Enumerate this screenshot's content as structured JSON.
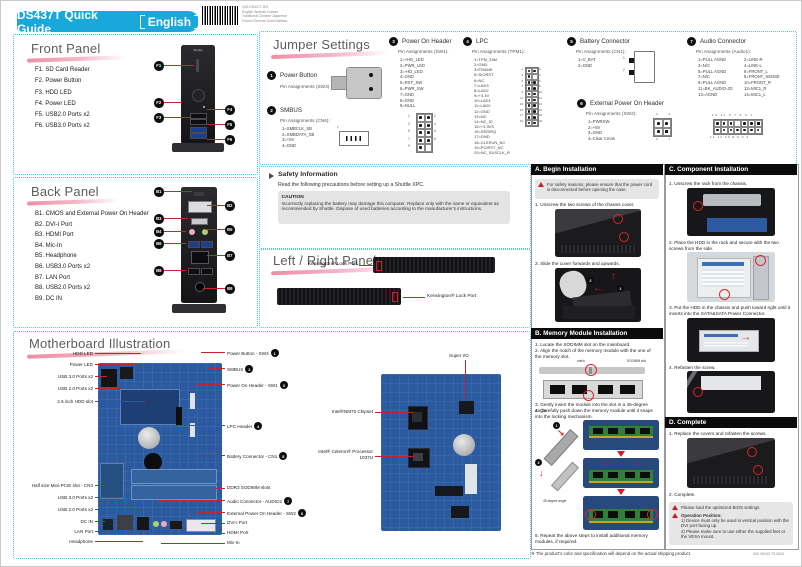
{
  "banner": {
    "title": "DS437T Quick Guide",
    "lang": "English"
  },
  "meta": {
    "barcode_lines": [
      "QIG-DS437T-001",
      "English Spanish Korean",
      "Traditional Chinese Japanese",
      "French German Dutch Italiano"
    ],
    "doc_code": "530.05443.T0.2503",
    "footer_note": "※ The product's color and specification will depend on the actual shipping product."
  },
  "device": {
    "brand": "Shuttle"
  },
  "front_panel": {
    "title": "Front Panel",
    "items": [
      "F1. SD Card Reader",
      "F2. Power Button",
      "F3. HDD LED",
      "F4. Power LED",
      "F5. USB2.0 Ports x2",
      "F6. USB3.0 Ports x2"
    ],
    "callouts": [
      "F1",
      "F2",
      "F3",
      "F4",
      "F5",
      "F6"
    ]
  },
  "back_panel": {
    "title": "Back Panel",
    "items": [
      "B1. CMOS and External Power On Header",
      "B2. DVI-I Port",
      "B3. HDMI Port",
      "B4. Mic-In",
      "B5. Headphone",
      "B6. USB3.0 Ports x2",
      "B7. LAN Port",
      "B8. USB2.0 Ports x2",
      "B9. DC IN"
    ],
    "callouts": [
      "B1",
      "B2",
      "B3",
      "B4",
      "B5",
      "B6",
      "B7",
      "B8",
      "B9"
    ]
  },
  "jumper": {
    "title": "Jumper Settings",
    "sections": [
      {
        "badge": "1",
        "name": "Power Button",
        "pin_title": "Pin Assignments (SW3)"
      },
      {
        "badge": "2",
        "name": "SMBUS",
        "pin_title": "Pin Assignments (CN6):",
        "pins": [
          "1=SMBCLK_SB",
          "2=SMBDATA_SB",
          "3=+5V",
          "4=GND"
        ],
        "diagram_label": "1"
      },
      {
        "badge": "3",
        "name": "Power On Header",
        "pin_title": "Pin Assignments (SW1):",
        "pins": [
          "1=+HD_LED",
          "2=PWR_LED",
          "3=-HD_LED",
          "4=GND",
          "5=RST_SW",
          "6=PWR_SW",
          "7=GND",
          "8=GND",
          "9=NULL"
        ],
        "grid_left": [
          "1",
          "3",
          "5",
          "7",
          "9"
        ],
        "grid_right": [
          "2",
          "4",
          "6",
          "8"
        ]
      },
      {
        "badge": "4",
        "name": "LPC",
        "pin_title": "Pin Assignments (TPM1):",
        "pins": [
          "1=TPM_33M",
          "2=GND",
          "3=FRAME",
          "5=SIORST",
          "6=NC",
          "7=LAD3",
          "8=LAD2",
          "9=+3.3V",
          "10=LAD1",
          "11=LAD0",
          "12=GND",
          "13=NC",
          "14=NC_ID",
          "15=+3.3VS",
          "16=SERIRQ",
          "17=GND",
          "18=CLKRUN_NC",
          "19=PCIRST_NC",
          "20=NC_SUSCLK_R"
        ],
        "grid_left": [
          "1",
          "3",
          "5",
          "7",
          "9",
          "11",
          "13",
          "15",
          "17",
          "19"
        ],
        "grid_right": [
          "2",
          "4",
          "6",
          "8",
          "10",
          "12",
          "14",
          "16",
          "18",
          "20"
        ]
      },
      {
        "badge": "5",
        "name": "Battery Connector",
        "pin_title": "Pin Assignments (CN1):",
        "pins": [
          "1=V_BAT",
          "2=GND"
        ],
        "diagram_labels": [
          "1",
          "2"
        ]
      },
      {
        "badge": "6",
        "name": "External Power On Header",
        "pin_title": "Pin Assignments (SW2):",
        "pins": [
          "1=PWRSW-",
          "2=+5V",
          "3=GND",
          "4=Clear Cmos"
        ],
        "grid_top": "4 2",
        "grid_bottom": "3 1"
      },
      {
        "badge": "7",
        "name": "Audio Connector",
        "pin_title": "Pin Assignments (Audio1):",
        "pins_odd": [
          "1=PULL AGND",
          "3=N/C",
          "5=PULL AGND",
          "7=N/C",
          "9=PULL AGND",
          "11=BK_AUDIO-JD",
          "13=AGND"
        ],
        "pins_even": [
          "2=LINE-R",
          "4=LINE-L",
          "6=FRONT_L",
          "8=FRONT_SENSE",
          "10=FRONT_R",
          "12=MIC1_R",
          "14=MIC1_L"
        ],
        "grid_top": "13 11 9 7 5 3 1",
        "grid_bottom": "14 12 10 8 6 4 2"
      }
    ]
  },
  "safety": {
    "title": "Safety Information",
    "intro": "Read the following precautions before setting up a Shuttle XPC.",
    "caution_title": "CAUTION",
    "caution_text": "Incorrectly replacing the battery may damage this computer. Replace only with the same or equivalent as recommended by Shuttle. Dispose of used batteries according to the manufacturer's instructions."
  },
  "side_panel": {
    "title": "Left / Right Panel",
    "lock_label_1": "Kensington® Lock Port",
    "lock_label_2": "Kensington® Lock Port"
  },
  "motherboard": {
    "title": "Motherboard Illustration",
    "left_labels": [
      "HDD LED",
      "Power LED",
      "USB 3.0 Ports x2",
      "USB 2.0 Ports x2",
      "2.5 inch HDD slot",
      "Half size Mini-PCIE slot - CN3",
      "USB 3.0 Ports x2",
      "USB 2.0 Ports x2",
      "DC IN",
      "LAN Port",
      "Headphone"
    ],
    "right_labels": [
      {
        "text": "Power Button - SW3",
        "badge": "1"
      },
      {
        "text": "SMBUS",
        "badge": "2"
      },
      {
        "text": "Power On Header - SW1",
        "badge": "3"
      },
      {
        "text": "LPC Header",
        "badge": "4"
      },
      {
        "text": "Battery Connector - CN1",
        "badge": "5"
      },
      {
        "text": "DDR3 SODIMM slots"
      },
      {
        "text": "Audio Connector - AUDIO1",
        "badge": "7"
      },
      {
        "text": "External Power On Header - SW2",
        "badge": "6"
      },
      {
        "text": "DVI-I Port"
      },
      {
        "text": "HDMI Port"
      },
      {
        "text": "Mic-In"
      }
    ],
    "board2": {
      "super_io": "Super I/O",
      "chipset": "Intel®NM70 Chipset",
      "cpu": "Intel® Celeron® Processor 1037U"
    }
  },
  "install": {
    "a": {
      "title": "A. Begin Installation",
      "warning": "For safety reasons, please ensure that the power cord is disconnected before opening the case.",
      "steps": [
        "1. Unscrew the two screws of the chassis cover.",
        "2. Slide the cover forwards and upwards."
      ],
      "markers": [
        "1",
        "2"
      ]
    },
    "b": {
      "title": "B. Memory Module Installation",
      "steps": [
        "1. Locate the SODIMM slot on the mainboard.",
        "2. Align the notch of the memory module with the one of the memory slot.",
        "3. Gently insert the module into the slot in a 45-degree angle.",
        "4. Carefully push down the memory module until it snaps into the locking mechanism.",
        "5. Repeat the above steps to install additional memory modules, if required."
      ],
      "annotations": {
        "notch": "notch",
        "slot": "SODIMM slot",
        "angle": "45-degree angle"
      },
      "markers": [
        "1",
        "2"
      ]
    },
    "c": {
      "title": "C. Component Installation",
      "steps": [
        "1. Unscrew the rack from the chassis.",
        "2. Place the HDD in the rack and secure with the two screws from the side.",
        "3. Put the HDD in the chassis and push toward right until it inserts into the SATA&SATA Power Connector.",
        "4. Refasten the screw."
      ]
    },
    "d": {
      "title": "D. Complete",
      "steps": [
        "1. Replace the covers and refasten the screws.",
        "2. Complete."
      ],
      "note1": "Please load the optimized BIOS settings.",
      "note2_title": "Operation Position:",
      "note2_lines": [
        "1) Device must only be used in vertical position with the DVI port facing up.",
        "2) Please make sure to use either the supplied feet or the VESA mount."
      ]
    }
  }
}
